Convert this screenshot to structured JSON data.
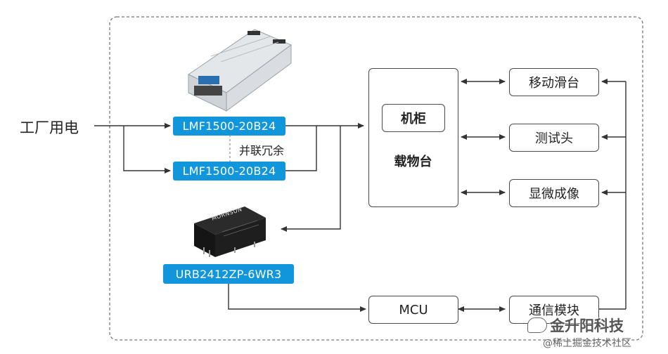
{
  "input_label": "工厂用电",
  "psu_top_label": "LMF1500-20B24",
  "psu_bottom_label": "LMF1500-20B24",
  "redundancy_label": "并联冗余",
  "dcdc_label": "URB2412ZP-6WR3",
  "dcdc_brand": "MORNSUN",
  "cabinet_inner_label": "机柜",
  "stage_label": "载物台",
  "right_boxes": [
    "移动滑台",
    "测试头",
    "显微成像",
    "通信模块"
  ],
  "mcu_label": "MCU",
  "watermark_main": "金升阳科技",
  "watermark_sub": "@稀土掘金技术社区",
  "colors": {
    "accent": "#1296db",
    "line": "#333333",
    "dashed": "#777777"
  }
}
